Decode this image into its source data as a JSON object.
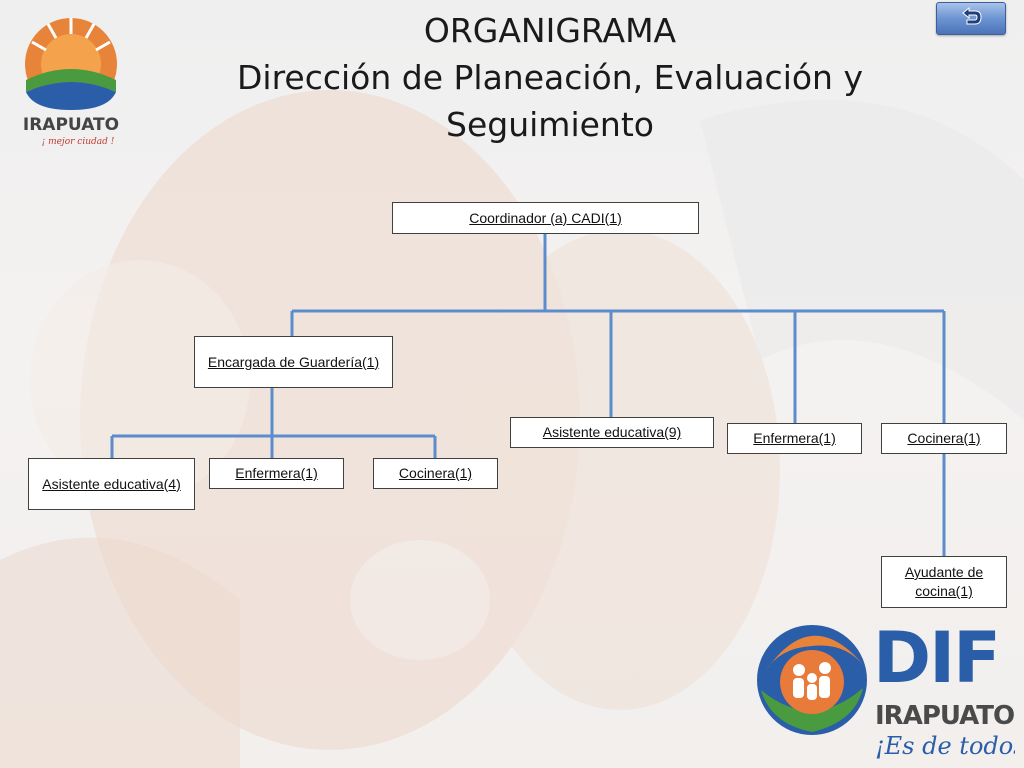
{
  "header": {
    "title_line1": "ORGANIGRAMA",
    "title_line2": "Dirección de Planeación, Evaluación y",
    "title_line3": "Seguimiento"
  },
  "nav": {
    "back_button_icon": "return-arrow-icon"
  },
  "logos": {
    "irapuato": {
      "name": "IRAPUATO",
      "slogan": "¡ mejor ciudad !"
    },
    "dif": {
      "name": "DIF",
      "city": "IRAPUATO",
      "slogan": "¡Es de todos!"
    }
  },
  "org_chart": {
    "coordinator": "Coordinador (a) CADI(1)",
    "encargada": "Encargada de Guardería(1)",
    "asistente_educativa_4": "Asistente educativa(4)",
    "enfermera_guarderia": "Enfermera(1)",
    "cocinera_guarderia": "Cocinera(1)",
    "asistente_educativa_9": "Asistente educativa(9)",
    "enfermera": "Enfermera(1)",
    "cocinera": "Cocinera(1)",
    "ayudante_cocina": "Ayudante de cocina(1)"
  },
  "colors": {
    "connector": "#5b8ccc",
    "box_border": "#404040",
    "accent_orange": "#e8833a",
    "accent_blue": "#2b5ea8"
  }
}
